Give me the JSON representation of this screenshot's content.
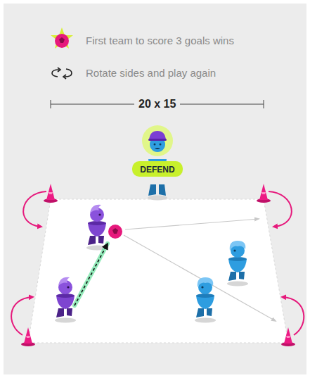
{
  "diagram": {
    "nodes": [
      {
        "text": [
          "DEFEND"
        ]
      }
    ],
    "labels": [
      "20 x 15"
    ],
    "legend": [
      {
        "text": "First team to score 3 goals wins"
      },
      {
        "text": "Rotate sides and play again"
      }
    ]
  }
}
